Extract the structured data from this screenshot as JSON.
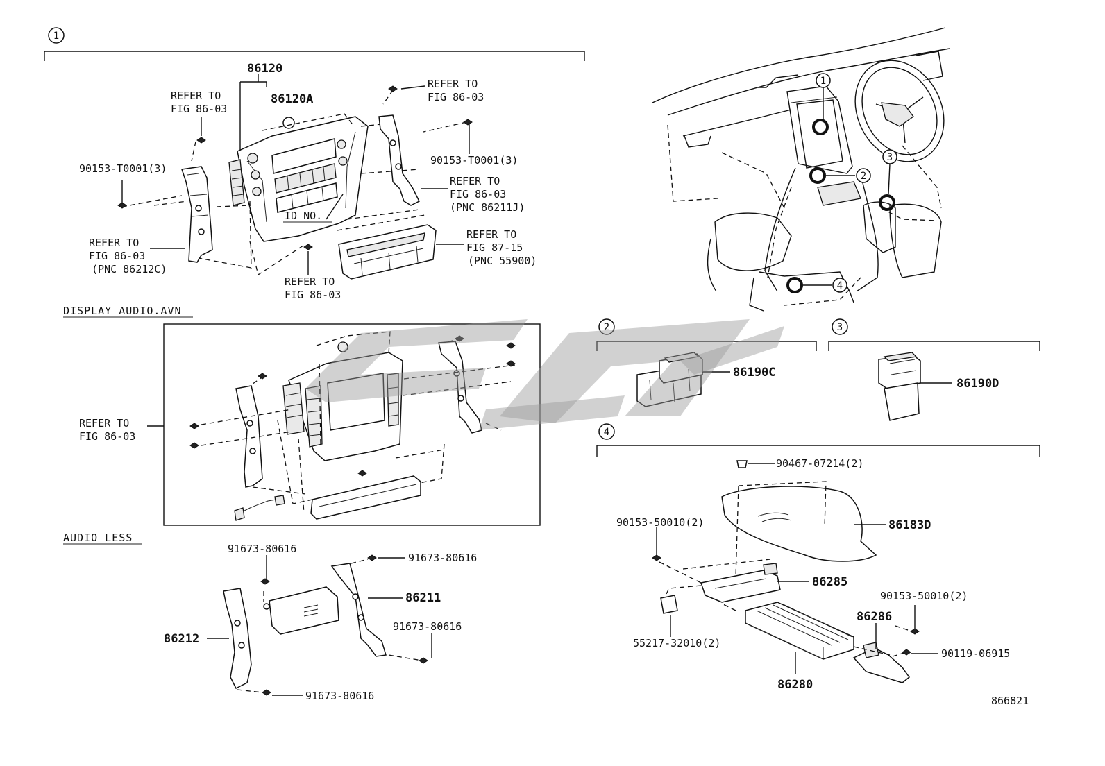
{
  "diagram": {
    "sections": {
      "s1": {
        "index": "1"
      },
      "s2": {
        "index": "2"
      },
      "s3": {
        "index": "3"
      },
      "s4": {
        "index": "4"
      }
    },
    "captions": {
      "display_audio": "DISPLAY AUDIO.AVN",
      "audio_less": "AUDIO LESS"
    },
    "labels": {
      "p86120": "86120",
      "p86120A": "86120A",
      "ref1a": "REFER TO",
      "ref1b": "FIG 86-03",
      "ref2a": "REFER TO",
      "ref2b": "FIG 86-03",
      "bolt_left": "90153-T0001(3)",
      "bolt_right": "90153-T0001(3)",
      "ref3a": "REFER TO",
      "ref3b": "FIG 86-03",
      "ref3c": "(PNC 86211J)",
      "ref4a": "REFER TO",
      "ref4b": "FIG 86-03",
      "ref4c": "(PNC 86212C)",
      "id_no": "ID NO.",
      "ref5a": "REFER TO",
      "ref5b": "FIG 87-15",
      "ref5c": "(PNC 55900)",
      "ref6a": "REFER TO",
      "ref6b": "FIG 86-03",
      "ref7a": "REFER TO",
      "ref7b": "FIG 86-03",
      "al_top": "91673-80616",
      "al_right_top": "91673-80616",
      "al_86211": "86211",
      "al_right_mid": "91673-80616",
      "al_86212": "86212",
      "al_bottom": "91673-80616",
      "p86190C": "86190C",
      "p86190D": "86190D",
      "b90467": "90467-07214(2)",
      "b90153a": "90153-50010(2)",
      "p86183D": "86183D",
      "p86285": "86285",
      "b90153b": "90153-50010(2)",
      "p86286": "86286",
      "b55217": "55217-32010(2)",
      "b90119": "90119-06915",
      "p86280": "86280",
      "fig_code": "866821"
    },
    "callouts": {
      "c1": "1",
      "c2": "2",
      "c3": "3",
      "c4": "4"
    }
  }
}
